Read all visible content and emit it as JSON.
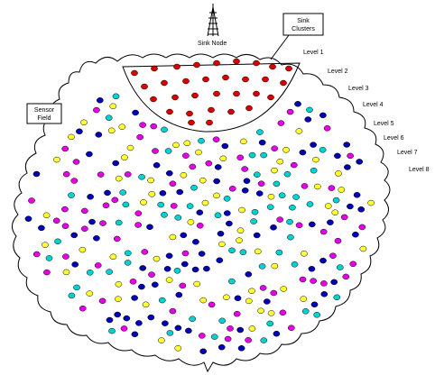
{
  "labels": {
    "sink_node": "Sink Node",
    "sink_clusters_line1": "Sink",
    "sink_clusters_line2": "Clusters",
    "sensor_field_line1": "Sensor",
    "sensor_field_line2": "Field",
    "levels": [
      "Level 1",
      "Level 2",
      "Level 3",
      "Level 4",
      "Level 5",
      "Level 6",
      "Level 7",
      "Level 8"
    ]
  },
  "colors": {
    "sink_cluster_nodes": "#d90000",
    "blue_nodes": "#0000b4",
    "cyan_nodes": "#00d2d2",
    "magenta_nodes": "#e600e6",
    "yellow_nodes": "#ffff33",
    "outline": "#000000"
  },
  "icons": {
    "sink_node": "antenna-tower-icon"
  }
}
